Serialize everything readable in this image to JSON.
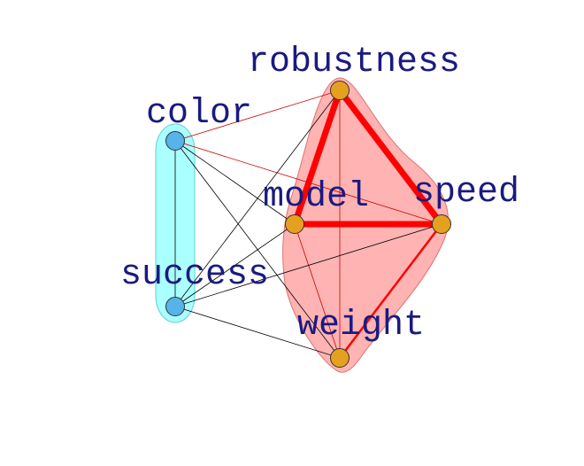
{
  "nodes": [
    {
      "id": "robustness",
      "label": "robustness",
      "group": "red"
    },
    {
      "id": "color",
      "label": "color",
      "group": "cyan"
    },
    {
      "id": "model",
      "label": "model",
      "group": "red"
    },
    {
      "id": "speed",
      "label": "speed",
      "group": "red"
    },
    {
      "id": "success",
      "label": "success",
      "group": "cyan"
    },
    {
      "id": "weight",
      "label": "weight",
      "group": "red"
    }
  ],
  "groups": {
    "red": {
      "fill": "#ffb3b3",
      "stroke": "#e07070",
      "node_color": "#e6a020"
    },
    "cyan": {
      "fill": "#aaffff",
      "stroke": "#60d0d0",
      "node_color": "#56b4e9"
    }
  },
  "edges": [
    {
      "source": "robustness",
      "target": "model",
      "weight": "heavy",
      "color": "#ff0000"
    },
    {
      "source": "robustness",
      "target": "speed",
      "weight": "heavy",
      "color": "#ff0000"
    },
    {
      "source": "model",
      "target": "speed",
      "weight": "heavy",
      "color": "#ff0000"
    },
    {
      "source": "speed",
      "target": "weight",
      "weight": "medium",
      "color": "#ff0000"
    },
    {
      "source": "robustness",
      "target": "weight",
      "weight": "thin",
      "color": "#cc0000"
    },
    {
      "source": "model",
      "target": "weight",
      "weight": "thin",
      "color": "#cc0000"
    },
    {
      "source": "color",
      "target": "robustness",
      "weight": "thin",
      "color": "#cc0000"
    },
    {
      "source": "color",
      "target": "speed",
      "weight": "thin",
      "color": "#cc0000"
    },
    {
      "source": "color",
      "target": "model",
      "weight": "thin",
      "color": "#000000"
    },
    {
      "source": "color",
      "target": "weight",
      "weight": "thin",
      "color": "#000000"
    },
    {
      "source": "color",
      "target": "success",
      "weight": "thin",
      "color": "#000000"
    },
    {
      "source": "success",
      "target": "robustness",
      "weight": "thin",
      "color": "#000000"
    },
    {
      "source": "success",
      "target": "model",
      "weight": "thin",
      "color": "#000000"
    },
    {
      "source": "success",
      "target": "speed",
      "weight": "thin",
      "color": "#000000"
    },
    {
      "source": "success",
      "target": "weight",
      "weight": "thin",
      "color": "#000000"
    }
  ]
}
